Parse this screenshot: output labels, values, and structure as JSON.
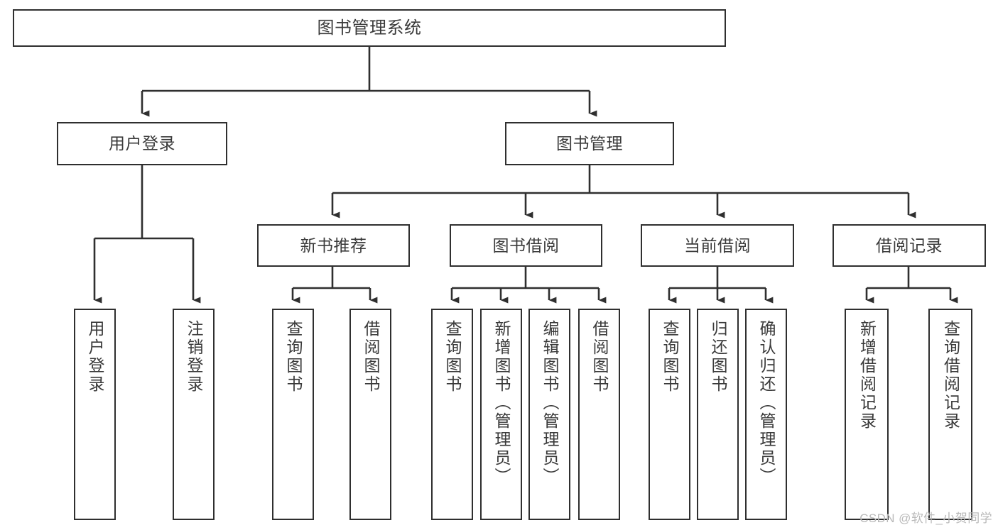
{
  "diagram": {
    "title": "图书管理系统",
    "type": "tree-hierarchy-diagram",
    "colors": {
      "box_border": "#2f2f2f",
      "box_fill": "#ffffff",
      "connector": "#2f2f2f",
      "text": "#3a3a3a",
      "watermark": "#b9b9b9",
      "background": "#ffffff"
    },
    "root": {
      "label": "图书管理系统"
    },
    "level1": [
      {
        "label": "用户登录"
      },
      {
        "label": "图书管理"
      }
    ],
    "level2": [
      {
        "label": "新书推荐"
      },
      {
        "label": "图书借阅"
      },
      {
        "label": "当前借阅"
      },
      {
        "label": "借阅记录"
      }
    ],
    "leaves": {
      "user_login": [
        {
          "label": "用户登录"
        },
        {
          "label": "注销登录"
        }
      ],
      "new_book_recommend": [
        {
          "label": "查询图书"
        },
        {
          "label": "借阅图书"
        }
      ],
      "book_borrow": [
        {
          "label": "查询图书"
        },
        {
          "label": "新增图书（管理员）"
        },
        {
          "label": "编辑图书（管理员）"
        },
        {
          "label": "借阅图书"
        }
      ],
      "current_borrow": [
        {
          "label": "查询图书"
        },
        {
          "label": "归还图书"
        },
        {
          "label": "确认归还（管理员）"
        }
      ],
      "borrow_record": [
        {
          "label": "新增借阅记录"
        },
        {
          "label": "查询借阅记录"
        }
      ]
    },
    "watermark": "CSDN @软件_小贺同学"
  }
}
